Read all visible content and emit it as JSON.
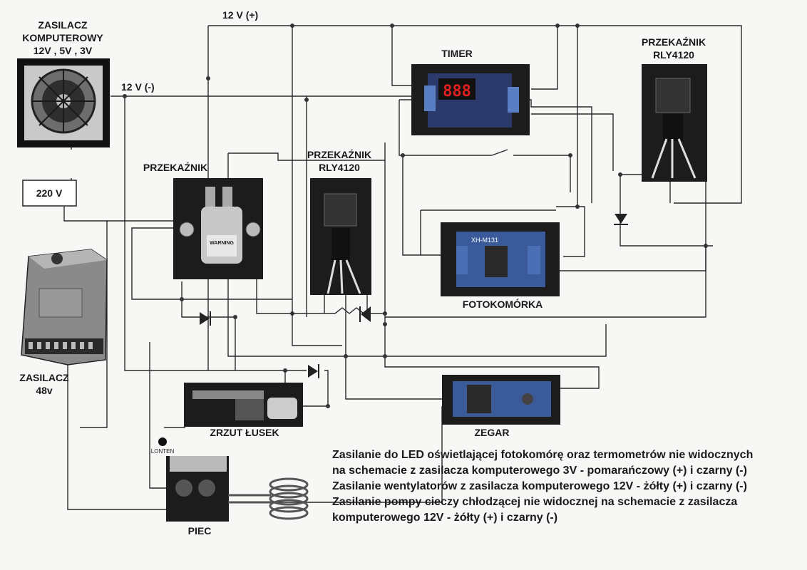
{
  "labels": {
    "supply_pc": [
      "ZASILACZ",
      "KOMPUTEROWY",
      "12V , 5V , 3V"
    ],
    "v12_plus": "12 V (+)",
    "v12_minus": "12 V (-)",
    "v220": "220 V",
    "supply_48": [
      "ZASILACZ",
      "48v"
    ],
    "relay_main": "PRZEKAŹNIK",
    "relay_mid": [
      "PRZEKAŹNIK",
      "RLY4120"
    ],
    "relay_right": [
      "PRZEKAŹNIK",
      "RLY4120"
    ],
    "timer": "TIMER",
    "timer_display": "888",
    "photocell": "FOTOKOMÓRKA",
    "photocell_board": "XH-M131",
    "clock": "ZEGAR",
    "shell_drop": "ZRZUT ŁUSEK",
    "furnace": "PIEC",
    "brand": "LONTEN",
    "warning": "WARNING"
  },
  "notes": [
    "Zasilanie do LED oświetlającej fotokomórę oraz termometrów nie widocznych",
    "na schemacie z zasilacza komputerowego 3V - pomarańczowy (+) i czarny (-)",
    "Zasilanie wentylatorów z zasilacza komputerowego 12V - żółty (+) i czarny (-)",
    "Zasilanie pompy cieczy chłodzącej nie widocznej na schemacie z zasilacza",
    "komputerowego 12V - żółty (+) i czarny (-)"
  ],
  "colors": {
    "wire": "#2a2a2a",
    "photo_dark": "#1c1c1c",
    "relay_blue": "#3a5a9a",
    "display_red": "#e02020",
    "paper": "#f7f7f5"
  }
}
